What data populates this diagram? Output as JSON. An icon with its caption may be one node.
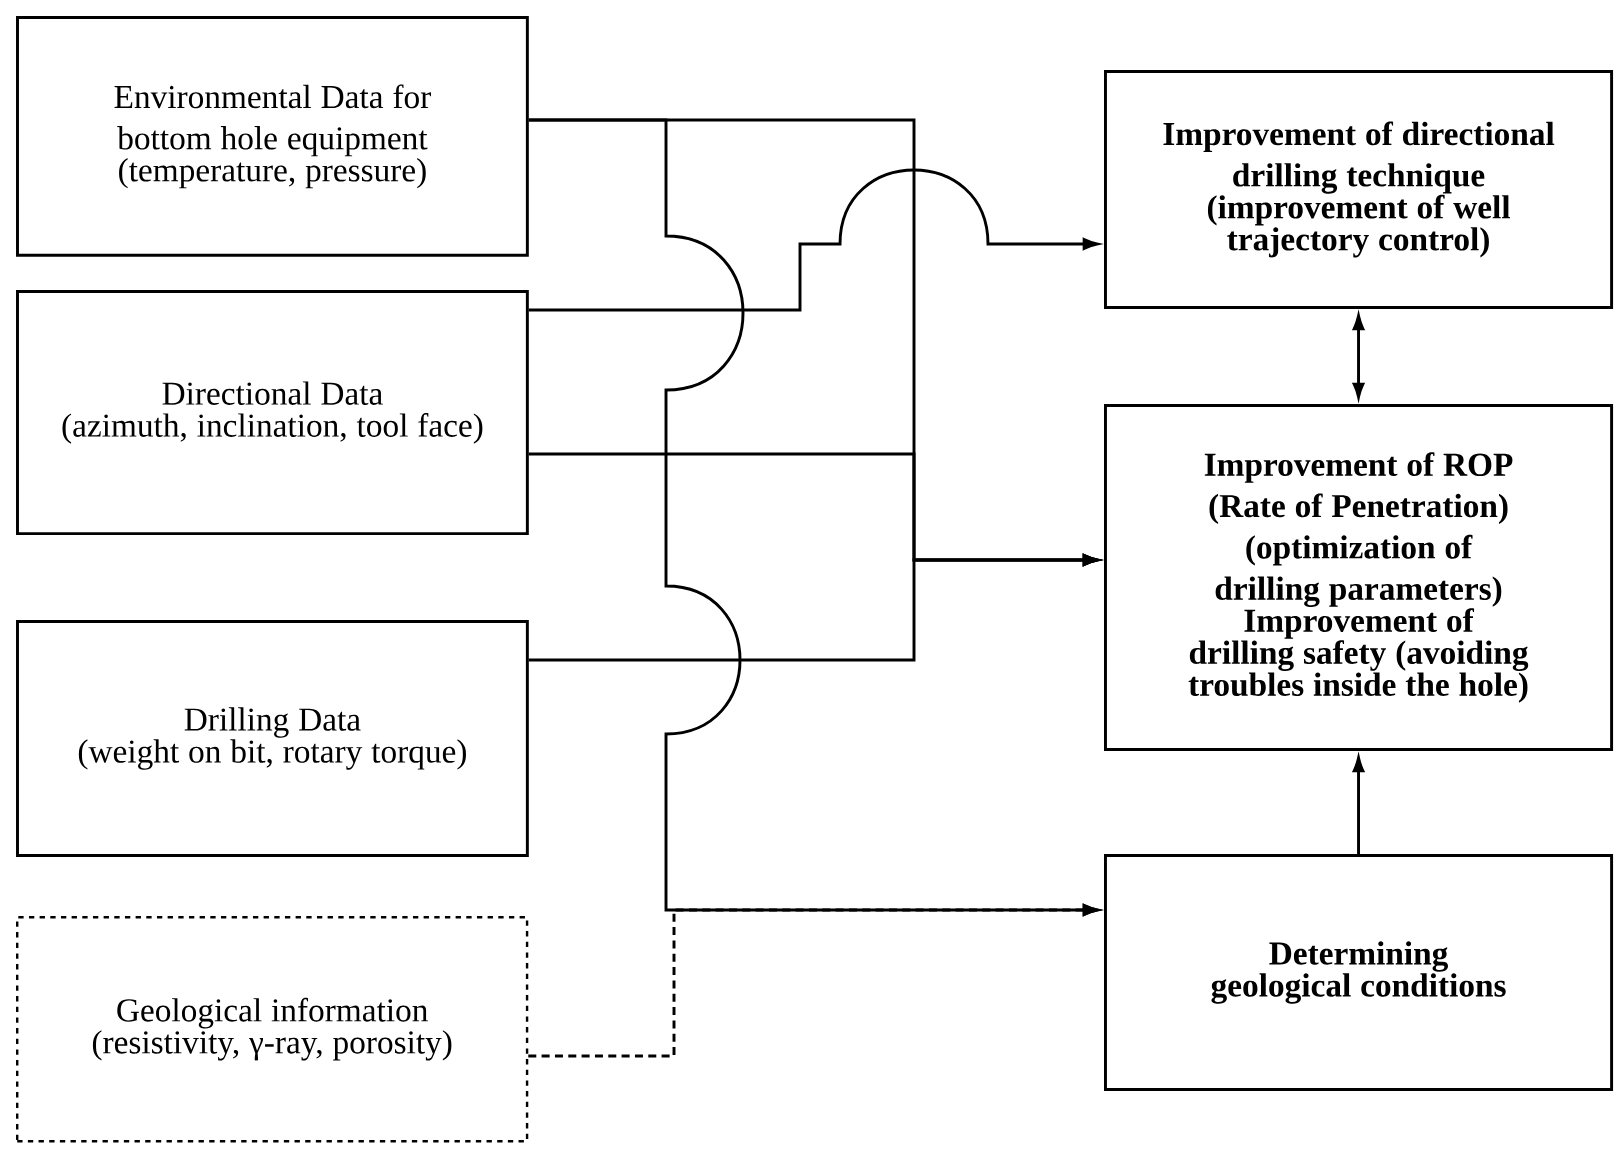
{
  "diagram": {
    "nodes": [
      {
        "text": [
          "Environmental Data for bottom hole equipment",
          "(temperature, pressure)"
        ]
      },
      {
        "text": [
          "Directional Data",
          "(azimuth, inclination, tool face)"
        ]
      },
      {
        "text": [
          "Drilling Data",
          "(weight on bit, rotary torque)"
        ]
      },
      {
        "text": [
          "Geological information",
          "(resistivity, γ-ray, porosity)"
        ]
      },
      {
        "text": [
          "Improvement of directional drilling technique",
          "(improvement of well trajectory control)"
        ]
      },
      {
        "text": [
          "Improvement of ROP (Rate of Penetration)",
          "(optimization of drilling parameters)",
          "Improvement of drilling safety (avoiding troubles inside the hole)"
        ]
      },
      {
        "text": [
          "Determining geological conditions"
        ]
      }
    ],
    "edges": [
      {
        "from": 0,
        "to": 5,
        "arrow": "to"
      },
      {
        "from": 0,
        "to": 6,
        "arrow": "to"
      },
      {
        "from": 1,
        "to": 4,
        "arrow": "to"
      },
      {
        "from": 1,
        "to": 5,
        "arrow": "to"
      },
      {
        "from": 2,
        "to": 5,
        "arrow": "to"
      },
      {
        "from": 3,
        "to": 6,
        "arrow": "to",
        "style": "dashed"
      },
      {
        "from": 4,
        "to": 5,
        "arrow": "both"
      },
      {
        "from": 6,
        "to": 5,
        "arrow": "to"
      }
    ]
  }
}
